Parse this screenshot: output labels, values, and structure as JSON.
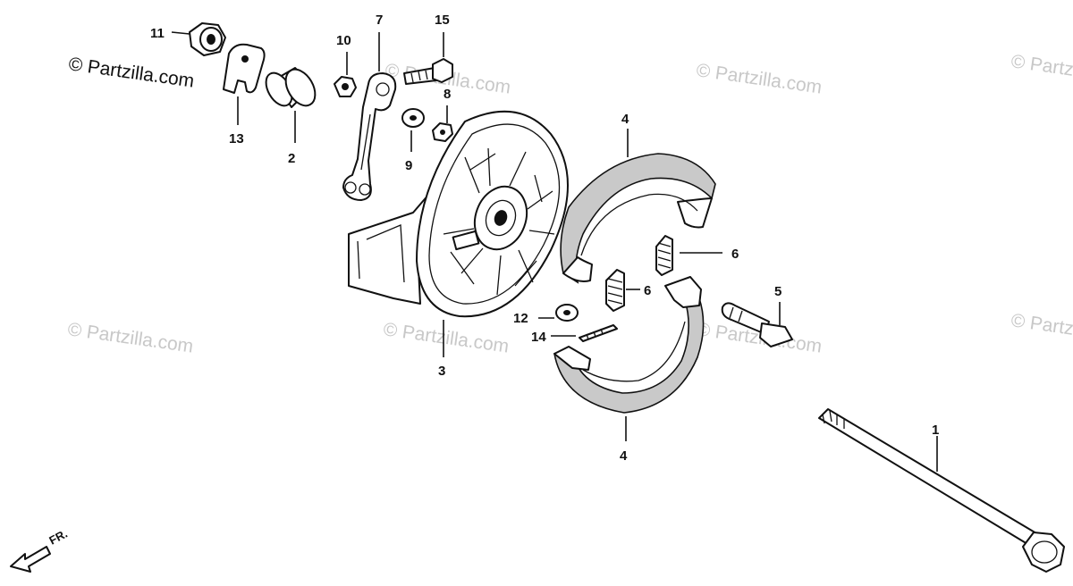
{
  "copyright": "© Partzilla.com",
  "watermarks": [
    "© Partzilla.com",
    "© Partzilla.com",
    "© Partzilla.com",
    "© Partzilla.com",
    "© Partzilla.com",
    "© Partzilla.com",
    "© Partzilla.com"
  ],
  "direction_label": "FR.",
  "callouts": {
    "c1": "1",
    "c2": "2",
    "c3": "3",
    "c4a": "4",
    "c4b": "4",
    "c5": "5",
    "c6a": "6",
    "c6b": "6",
    "c7": "7",
    "c8": "8",
    "c9": "9",
    "c10": "10",
    "c11": "11",
    "c12": "12",
    "c13": "13",
    "c14": "14",
    "c15": "15"
  },
  "colors": {
    "ink": "#111111",
    "watermark": "#c8c8c8",
    "lining": "#c9c9c9",
    "background": "#ffffff"
  }
}
